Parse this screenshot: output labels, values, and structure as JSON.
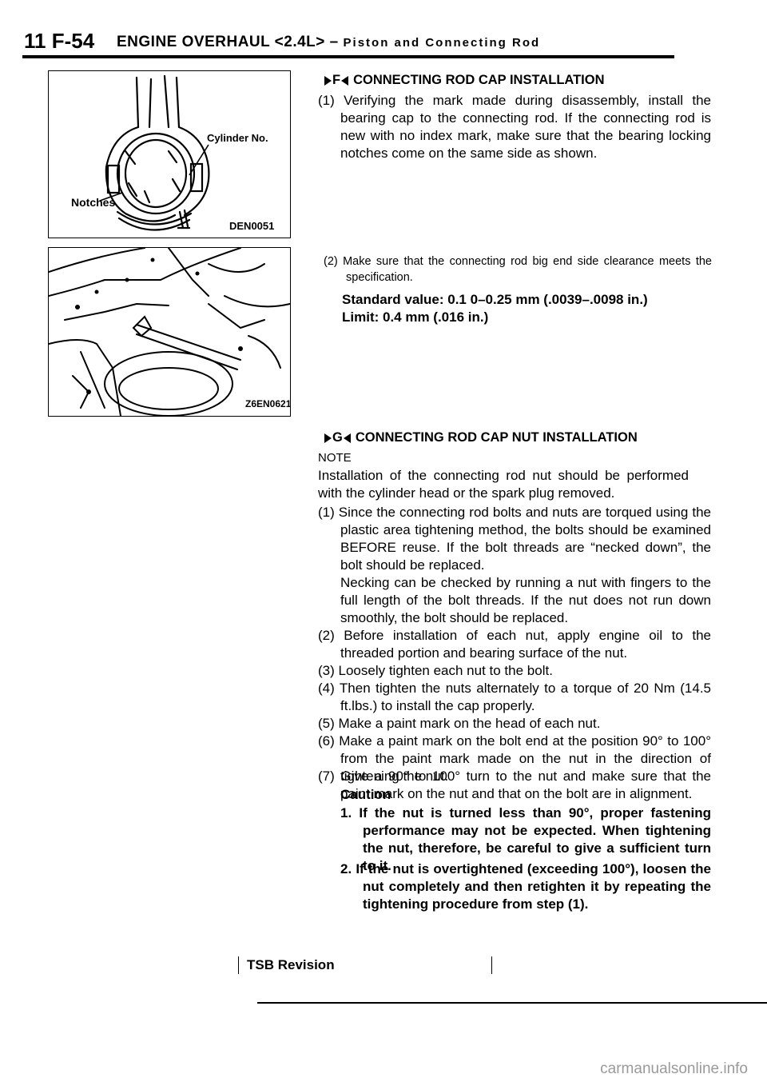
{
  "header": {
    "page_number": "11 F-54",
    "title": "ENGINE OVERHAUL <2.4L> –",
    "subtitle": "Piston and Connecting Rod"
  },
  "figures": {
    "fig1": {
      "label_cylinder": "Cylinder No.",
      "label_notches": "Notches",
      "code": "DEN0051"
    },
    "fig2": {
      "code": "Z6EN0621"
    }
  },
  "section1": {
    "mark": "F",
    "heading": "CONNECTING ROD CAP INSTALLATION",
    "step1": "(1) Verifying the mark made during disassembly, install the bearing cap to the connecting rod. If the connecting rod is new with no index mark, make sure that the bearing locking notches come on the same side as shown.",
    "step2": "(2) Make sure that the connecting rod big end side clearance meets the specification.",
    "standard": "Standard value: 0.1 0–0.25 mm (.0039–.0098 in.)",
    "limit": "Limit: 0.4 mm (.016 in.)"
  },
  "section2": {
    "mark": "G",
    "heading": "CONNECTING ROD CAP NUT INSTALLATION",
    "note_label": "NOTE",
    "note_text": "Installation of the connecting rod nut should be performed with the cylinder head or the spark plug removed.",
    "steps": [
      "(1) Since the connecting rod bolts and nuts are torqued using the plastic area tightening method, the bolts should be examined BEFORE reuse. If the bolt threads are “necked down”, the bolt should be replaced.",
      "Necking can be checked by running a nut with fingers to the full length of the bolt threads. If the nut does not run down smoothly, the bolt should be replaced.",
      "(2) Before installation of each nut, apply engine oil to the threaded portion and bearing surface of the nut.",
      "(3) Loosely tighten each nut to the bolt.",
      "(4) Then tighten the nuts alternately to a torque of 20 Nm (14.5 ft.lbs.) to install the cap properly.",
      "(5) Make a paint mark on the head of each nut.",
      "(6) Make a paint mark on the bolt end at the position 90° to 100° from the paint mark made on the nut in the direction of tightening the nut.",
      "(7) Give a 90° to 100° turn to the nut and make sure that the paint mark on the nut and that on the bolt are in alignment."
    ],
    "caution_label": "Caution",
    "caution_items": [
      "1. If the nut is turned less than 90°, proper fastening performance may not be expected. When tightening the nut, therefore, be careful to give a sufficient turn to it.",
      "2. If the nut is overtightened (exceeding 100°), loosen the nut completely and then retighten it by repeating the tightening procedure from step (1)."
    ]
  },
  "footer": {
    "tsb": "TSB Revision",
    "watermark": "carmanualsonline.info"
  }
}
